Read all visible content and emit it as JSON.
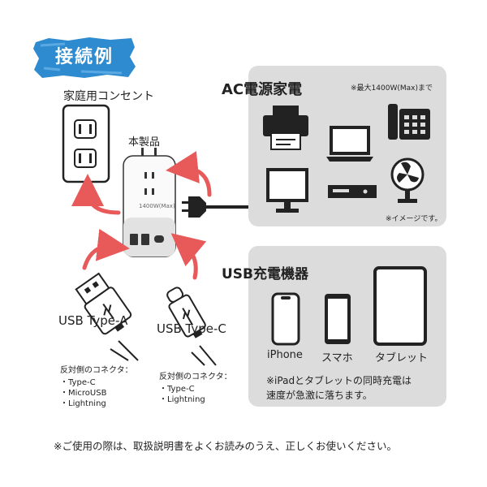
{
  "heading": {
    "text": "接続例"
  },
  "outlet": {
    "label": "家庭用コンセント"
  },
  "product": {
    "label": "本製品",
    "rating": "1400W(Max)"
  },
  "ac": {
    "title": "AC電源家電",
    "note": "※最大1400W(Max)まで",
    "image_note": "※イメージです。",
    "devices": [
      "printer-icon",
      "phone-icon",
      "laptop-icon",
      "monitor-icon",
      "video-deck-icon",
      "fan-icon"
    ]
  },
  "usb": {
    "title": "USB充電機器",
    "devices": [
      {
        "label": "iPhone"
      },
      {
        "label": "スマホ"
      },
      {
        "label": "タブレット"
      }
    ],
    "note_line1": "※iPadとタブレットの同時充電は",
    "note_line2": "速度が急激に落ちます。"
  },
  "usb_a": {
    "label": "USB Type-A",
    "connector_title": "反対側のコネクタ：",
    "connectors": [
      "・Type-C",
      "・MicroUSB",
      "・Lightning"
    ]
  },
  "usb_c": {
    "label": "USB Type-C",
    "connector_title": "反対側のコネクタ：",
    "connectors": [
      "・Type-C",
      "・Lightning"
    ]
  },
  "footer": {
    "note": "※ご使用の際は、取扱説明書をよくお読みのうえ、正しくお使いください。"
  },
  "colors": {
    "badge": "#2e8bd0",
    "arrow": "#e85a5a",
    "panel": "#dcdcdc",
    "ink": "#222222"
  }
}
